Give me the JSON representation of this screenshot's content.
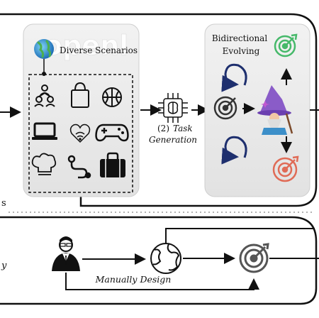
{
  "scenarios": {
    "title": "Diverse Scenarios",
    "watermark": "openl",
    "icons": [
      "people-hierarchy-icon",
      "shopping-bag-icon",
      "basketball-icon",
      "laptop-icon",
      "heart-wifi-icon",
      "gamepad-icon",
      "chef-hat-icon",
      "route-icon",
      "briefcase-icon"
    ]
  },
  "task_generation": {
    "step": "(2)",
    "line1": "Task",
    "line2": "Generation",
    "icon": "brain-chip-icon"
  },
  "evolving": {
    "title_line1": "Bidirectional",
    "title_line2": "Evolving",
    "icons": [
      "target-green-icon",
      "loop-arrow-icon",
      "target-gray-icon",
      "wizard-icon",
      "loop-arrow-icon",
      "target-red-icon"
    ]
  },
  "left_edge_text": {
    "top": "s",
    "bottom": "y"
  },
  "manual": {
    "label": "Manually Design",
    "icons": [
      "person-icon",
      "globe-icon",
      "target-gray-icon"
    ]
  },
  "colors": {
    "panel_bg": "#ececec",
    "evolving_bg": "#eaeaea",
    "green": "#46b96a",
    "red": "#e06b56",
    "navy": "#1e2f6e",
    "wizard": "#8a5cc8"
  }
}
